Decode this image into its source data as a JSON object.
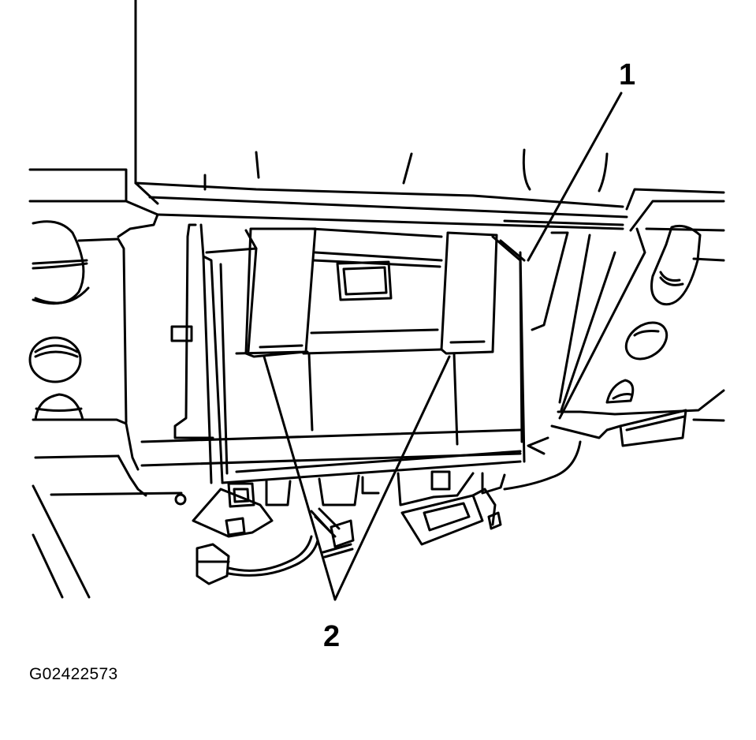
{
  "figure": {
    "id": "G02422573",
    "description": "Line drawing of an electronic control module mounted under the instrument panel, secured by two retaining tabs/clips, with wiring harness connectors attached at the bottom"
  },
  "callouts": [
    {
      "number": "1",
      "target": "control-module"
    },
    {
      "number": "2",
      "target": "retaining-tabs"
    }
  ],
  "colors": {
    "line": "#000000",
    "background": "#ffffff"
  }
}
